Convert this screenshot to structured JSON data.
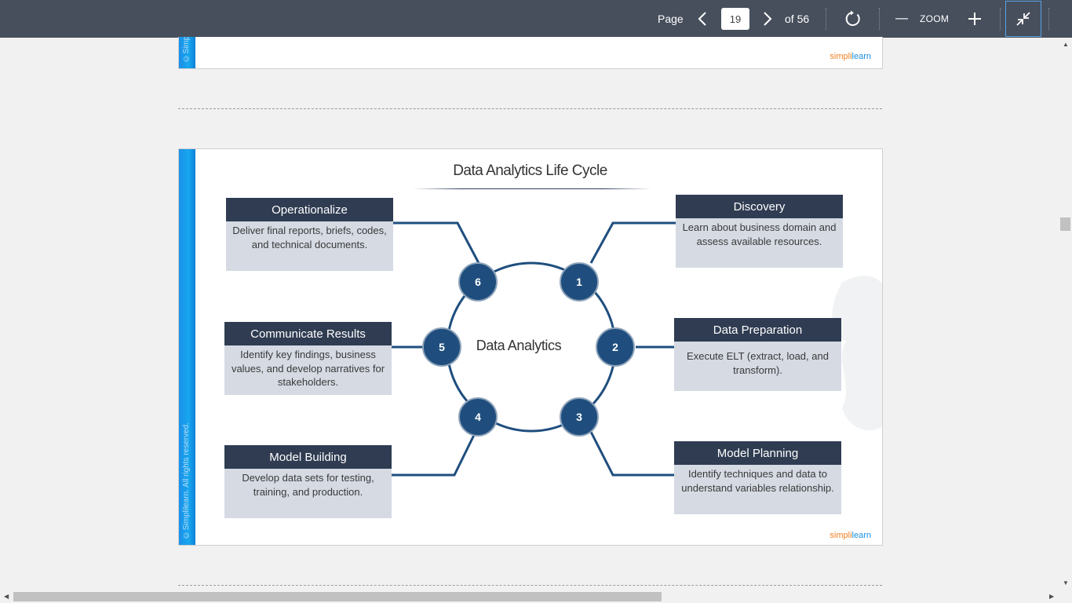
{
  "toolbar": {
    "page_label": "Page",
    "current_page": "19",
    "of_label": "of 56",
    "zoom_label": "ZOOM"
  },
  "pages": {
    "brand_text_a": "simpli",
    "brand_text_b": "learn",
    "top_copyright": "©Simplilearn",
    "copyright": "©Simplilearn. All rights reserved."
  },
  "slide": {
    "title": "Data Analytics Life Cycle",
    "center_label": "Data Analytics",
    "steps": [
      {
        "number": "1",
        "title": "Discovery",
        "body": "Learn about business domain and assess available resources."
      },
      {
        "number": "2",
        "title": "Data Preparation",
        "body": "Execute ELT (extract, load, and transform)."
      },
      {
        "number": "3",
        "title": "Model Planning",
        "body": "Identify techniques and data to understand variables relationship."
      },
      {
        "number": "4",
        "title": "Model Building",
        "body": "Develop data sets for testing, training, and production."
      },
      {
        "number": "5",
        "title": "Communicate Results",
        "body": "Identify key findings, business values, and develop narratives for stakeholders."
      },
      {
        "number": "6",
        "title": "Operationalize",
        "body": "Deliver final reports, briefs, codes, and technical documents."
      }
    ]
  },
  "colors": {
    "toolbar": "#474f5c",
    "box_header": "#2f3c52",
    "box_body": "#d5dae3",
    "circle": "#1f4e7e",
    "accent_blue": "#1b90e8",
    "brand_orange": "#f07f21"
  }
}
